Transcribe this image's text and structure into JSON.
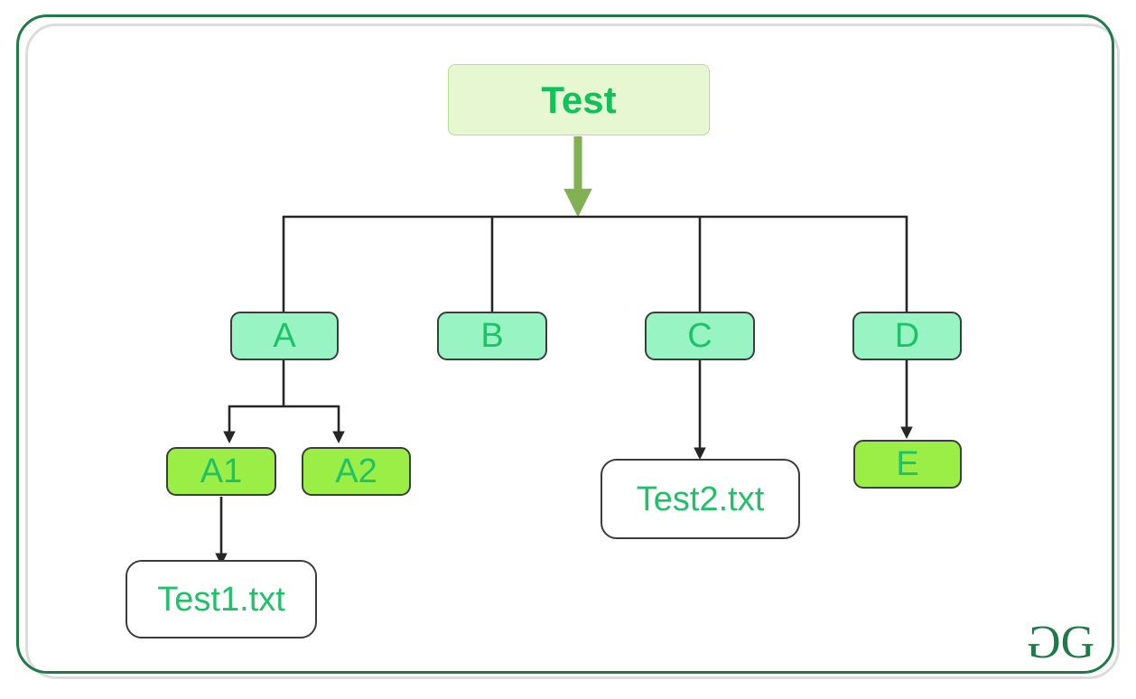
{
  "diagram": {
    "type": "tree",
    "title": "Test",
    "nodes": [
      {
        "id": "root",
        "label": "Test",
        "kind": "root",
        "level": 0
      },
      {
        "id": "A",
        "label": "A",
        "kind": "dir",
        "level": 1
      },
      {
        "id": "B",
        "label": "B",
        "kind": "dir",
        "level": 1
      },
      {
        "id": "C",
        "label": "C",
        "kind": "dir",
        "level": 1
      },
      {
        "id": "D",
        "label": "D",
        "kind": "dir",
        "level": 1
      },
      {
        "id": "A1",
        "label": "A1",
        "kind": "sub",
        "level": 2
      },
      {
        "id": "A2",
        "label": "A2",
        "kind": "sub",
        "level": 2
      },
      {
        "id": "E",
        "label": "E",
        "kind": "sub",
        "level": 2
      },
      {
        "id": "T2",
        "label": "Test2.txt",
        "kind": "file",
        "level": 2
      },
      {
        "id": "T1",
        "label": "Test1.txt",
        "kind": "file",
        "level": 3
      }
    ],
    "edges": [
      {
        "from": "root",
        "to": "bus",
        "arrow": true,
        "style": "thick-olive"
      },
      {
        "from": "bus",
        "to": "A",
        "arrow": false,
        "style": "thin-dark"
      },
      {
        "from": "bus",
        "to": "B",
        "arrow": false,
        "style": "thin-dark"
      },
      {
        "from": "bus",
        "to": "C",
        "arrow": false,
        "style": "thin-dark"
      },
      {
        "from": "bus",
        "to": "D",
        "arrow": false,
        "style": "thin-dark"
      },
      {
        "from": "A",
        "to": "A1",
        "arrow": true,
        "style": "thin-dark"
      },
      {
        "from": "A",
        "to": "A2",
        "arrow": true,
        "style": "thin-dark"
      },
      {
        "from": "A1",
        "to": "T1",
        "arrow": true,
        "style": "thin-dark"
      },
      {
        "from": "C",
        "to": "T2",
        "arrow": true,
        "style": "thin-dark"
      },
      {
        "from": "D",
        "to": "E",
        "arrow": true,
        "style": "thin-dark"
      }
    ]
  },
  "labels": {
    "root": "Test",
    "a": "A",
    "b": "B",
    "c": "C",
    "d": "D",
    "a1": "A1",
    "a2": "A2",
    "e": "E",
    "test1": "Test1.txt",
    "test2": "Test2.txt"
  },
  "logo": {
    "name": "geeksforgeeks-logo",
    "mark_left": "G",
    "mark_right": "G"
  },
  "colors": {
    "frame_border": "#1e7b46",
    "frame_shadow": "#dcdcdc",
    "root_fill": "#e6f7d1",
    "root_border": "#b8dd93",
    "root_text": "#11c15a",
    "dir_fill": "#98f5c3",
    "sub_fill": "#9bee46",
    "file_fill": "#ffffff",
    "node_border": "#3c3c3c",
    "node_text": "#1fc268",
    "edge_thin": "#262626",
    "edge_thick": "#82b153",
    "logo": "#1e7b46"
  }
}
